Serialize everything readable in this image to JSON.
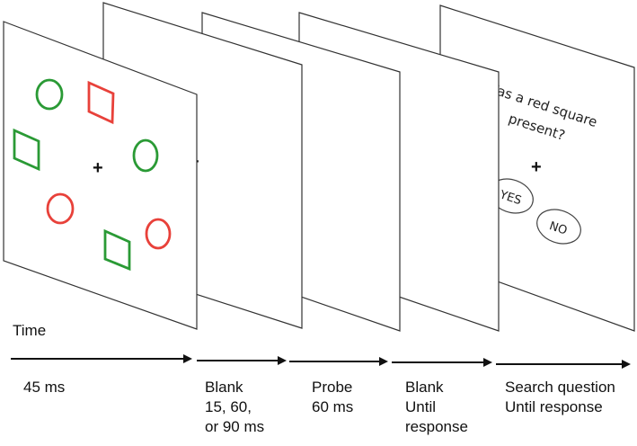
{
  "diagram": {
    "time_label": "Time",
    "stages": [
      {
        "id": "search",
        "lines": [
          "45 ms"
        ]
      },
      {
        "id": "blank1",
        "lines": [
          "Blank",
          "15, 60,",
          "or 90 ms"
        ]
      },
      {
        "id": "probe",
        "lines": [
          "Probe",
          "60 ms"
        ]
      },
      {
        "id": "blank2",
        "lines": [
          "Blank",
          "Until",
          "response"
        ]
      },
      {
        "id": "question",
        "lines": [
          "Search question",
          "Until response"
        ]
      }
    ],
    "question_screen": {
      "question_lines": [
        "Was a red square",
        "present?"
      ],
      "yes_label": "YES",
      "no_label": "NO"
    },
    "fixation_symbol": "+",
    "colors": {
      "red": "#e8413a",
      "green": "#2a9a35",
      "ink": "#111111"
    },
    "search_display": {
      "items": [
        {
          "shape": "circle",
          "color": "green"
        },
        {
          "shape": "square",
          "color": "red"
        },
        {
          "shape": "square",
          "color": "green"
        },
        {
          "shape": "circle",
          "color": "green"
        },
        {
          "shape": "circle",
          "color": "red"
        },
        {
          "shape": "square",
          "color": "green"
        },
        {
          "shape": "circle",
          "color": "red"
        }
      ]
    }
  }
}
